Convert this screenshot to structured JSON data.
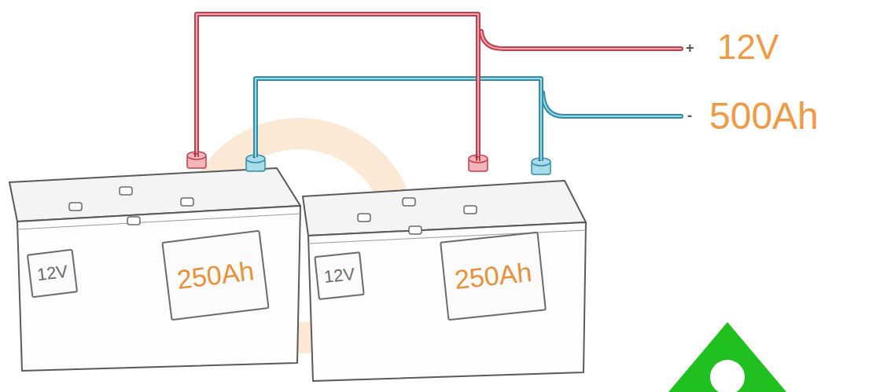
{
  "diagram": {
    "nodes": [
      {
        "text": [
          "12V",
          "250Ah"
        ]
      },
      {
        "text": [
          "12V",
          "250Ah"
        ]
      }
    ],
    "edges": [
      {
        "from": 0,
        "to": 1,
        "arrow": "none"
      },
      {
        "from": 0,
        "to": 1,
        "arrow": "none"
      }
    ],
    "labels": [
      "+",
      "12V",
      "-",
      "500Ah",
      "+",
      "-",
      "+",
      "-"
    ]
  }
}
